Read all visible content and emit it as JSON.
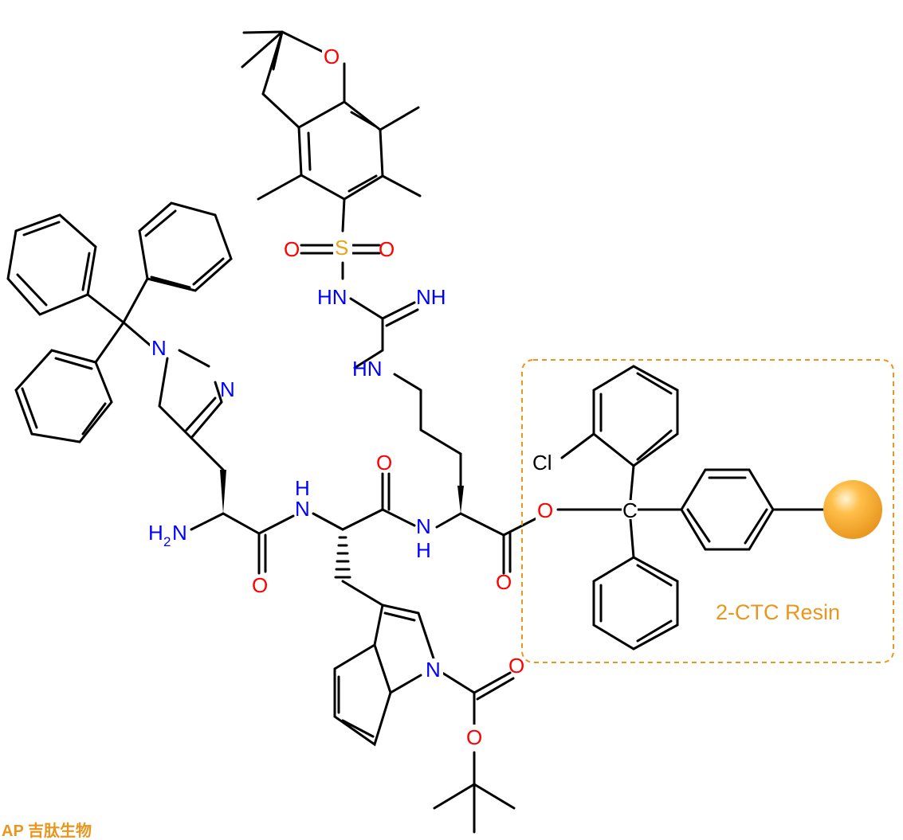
{
  "atoms": {
    "o_furan": "O",
    "s": "S",
    "o_s_left": "O",
    "o_s_right": "O",
    "hn_sulfonyl": "HN",
    "nh_imine": "NH",
    "hn_guan": "HN",
    "n_trityl": "N",
    "n_imidazole": "N",
    "h2n": "H",
    "h2n_sub": "2",
    "h2n_n": "N",
    "o_his": "O",
    "nh_his_trp_n": "N",
    "nh_his_trp_h": "H",
    "o_trp": "O",
    "nh_trp_arg_n": "N",
    "nh_trp_arg_h": "H",
    "o_arg": "O",
    "o_ester": "O",
    "cl": "Cl",
    "c_central": "C",
    "n_indole": "N",
    "o_boc_carbonyl": "O",
    "o_boc_ether": "O"
  },
  "resin": {
    "label": "2-CTC Resin",
    "color": "#e8961e"
  },
  "logo": {
    "text": "AP 吉肽生物"
  },
  "colors": {
    "oxygen": "#ff0000",
    "nitrogen": "#0000ff",
    "sulfur": "#e8a317",
    "carbon": "#000000",
    "resin_accent": "#e8961e"
  }
}
